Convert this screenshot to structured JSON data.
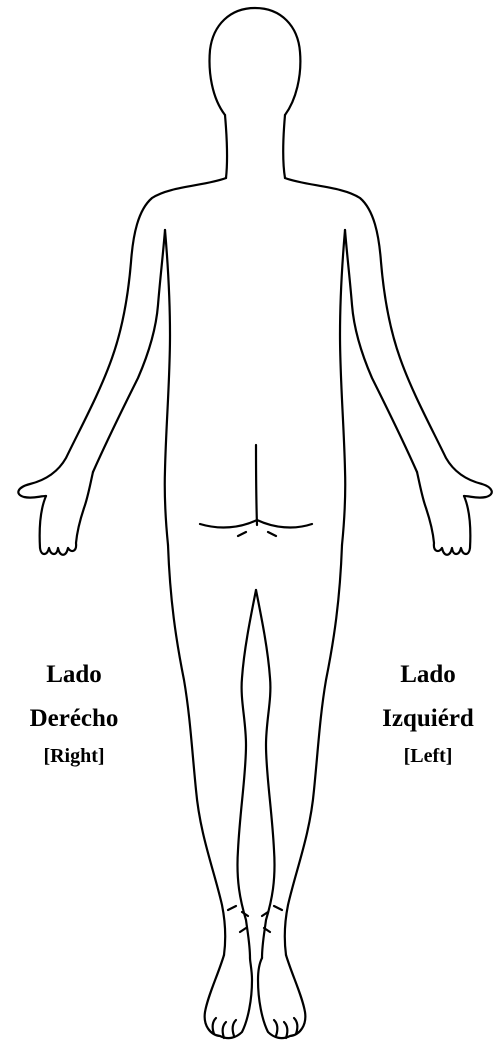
{
  "labels": {
    "right_side": {
      "line1": "Lado",
      "line2": "Derécho",
      "translation": "[Right]"
    },
    "left_side": {
      "line1": "Lado",
      "line2": "Izquiérd",
      "translation": "[Left]"
    }
  },
  "figure": {
    "view": "back",
    "icon": "human-body-outline",
    "stroke_color": "#000000",
    "background_color": "#ffffff"
  }
}
